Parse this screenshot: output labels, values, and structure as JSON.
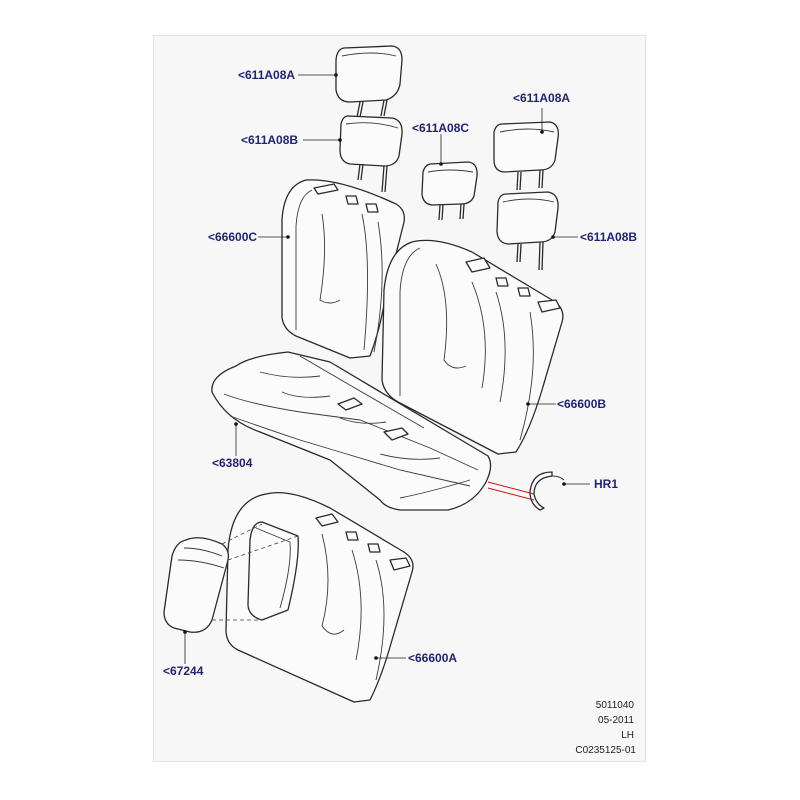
{
  "callouts": {
    "headrest_a_top": "<611A08A",
    "headrest_b_left": "<611A08B",
    "headrest_c": "<611A08C",
    "headrest_a_right": "<611A08A",
    "backrest_c": "<66600C",
    "headrest_b_right": "<611A08B",
    "backrest_b": "<66600B",
    "cushion": "<63804",
    "clip": "HR1",
    "armrest": "<67244",
    "backrest_a": "<66600A"
  },
  "reference": {
    "number": "5011040",
    "date": "05-2011",
    "side": "LH",
    "code": "C0235125-01"
  },
  "colors": {
    "label": "#23236f",
    "outline": "#2a2a2a",
    "clip_leader": "#cc1111",
    "panel": "#f7f7f7"
  }
}
